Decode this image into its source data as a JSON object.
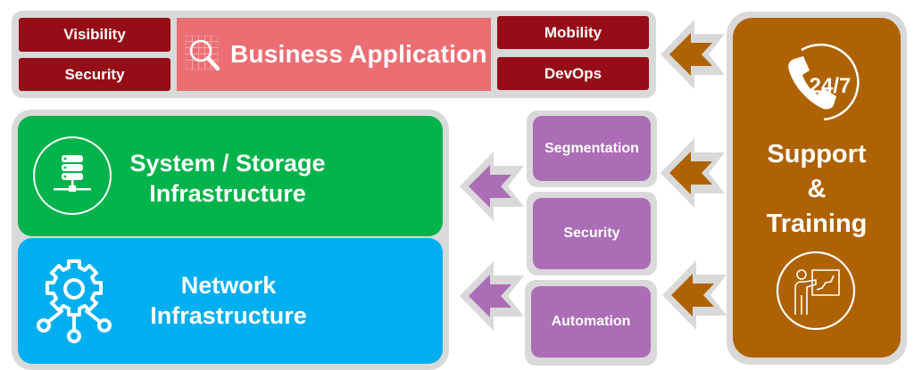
{
  "colors": {
    "frame_gray": "#d9d9d9",
    "dark_red": "#950d17",
    "pink": "#eb6e73",
    "green": "#00b34a",
    "blue": "#00aff0",
    "purple": "#ab6db5",
    "brown": "#ae6202"
  },
  "business_layer": {
    "title": "Business Application",
    "icon": "magnifier-data-icon",
    "left_items": [
      "Visibility",
      "Security"
    ],
    "right_items": [
      "Mobility",
      "DevOps"
    ]
  },
  "infrastructure": {
    "system_storage": {
      "line1": "System / Storage",
      "line2": "Infrastructure",
      "icon": "server-network-icon"
    },
    "network": {
      "line1": "Network",
      "line2": "Infrastructure",
      "icon": "gear-network-icon"
    }
  },
  "services": [
    "Segmentation",
    "Security",
    "Automation"
  ],
  "support": {
    "badge": "24/7",
    "line1": "Support",
    "line2": "&",
    "line3": "Training",
    "top_icon": "phone-24-7-icon",
    "bottom_icon": "trainer-presentation-icon"
  }
}
